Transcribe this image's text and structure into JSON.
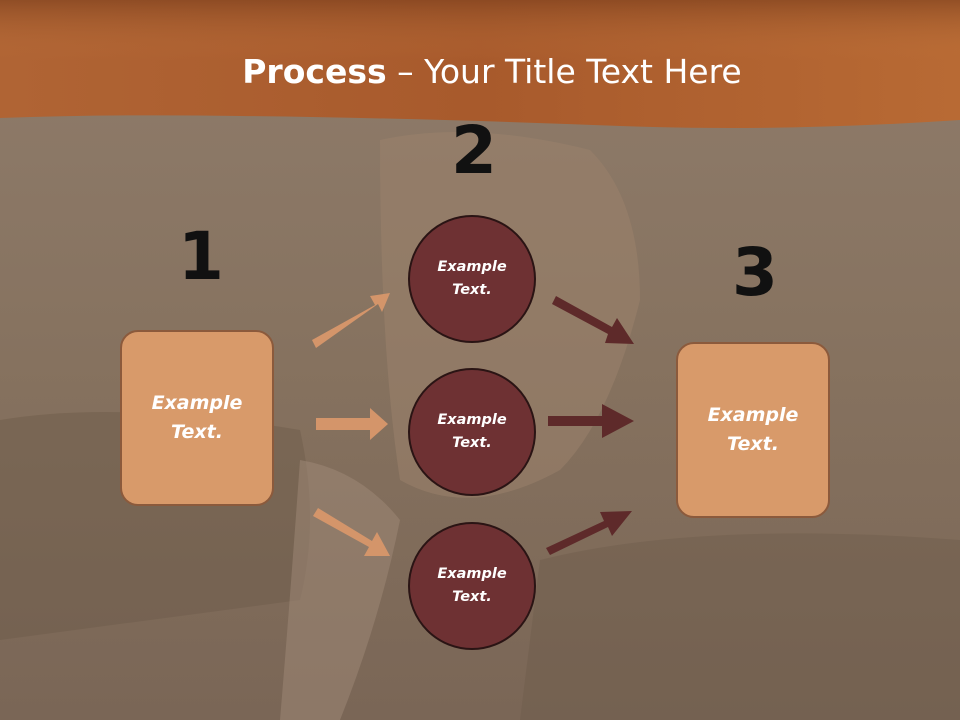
{
  "title": {
    "bold": "Process",
    "rest": " – Your Title Text Here"
  },
  "steps": [
    {
      "number": "1",
      "text": "Example Text."
    },
    {
      "number": "2",
      "items": [
        "Example Text.",
        "Example Text.",
        "Example Text."
      ]
    },
    {
      "number": "3",
      "text": "Example Text."
    }
  ],
  "colors": {
    "header": "#b8652c",
    "box_fill": "#d89a6a",
    "circle_fill": "#6e3133",
    "arrow_light": "#d4956a",
    "arrow_dark": "#5e2a2a"
  }
}
